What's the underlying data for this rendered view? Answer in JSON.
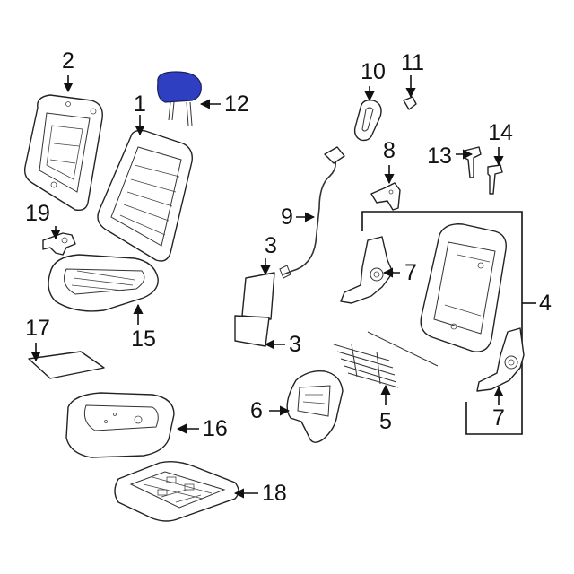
{
  "colors": {
    "highlight": "#2f3fc2",
    "line": "#222222",
    "background": "#ffffff"
  },
  "callouts": {
    "c1": "1",
    "c2": "2",
    "c3a": "3",
    "c3b": "3",
    "c4": "4",
    "c5": "5",
    "c6": "6",
    "c7a": "7",
    "c7b": "7",
    "c8": "8",
    "c9": "9",
    "c10": "10",
    "c11": "11",
    "c12": "12",
    "c13": "13",
    "c14": "14",
    "c15": "15",
    "c16": "16",
    "c17": "17",
    "c18": "18",
    "c19": "19"
  }
}
